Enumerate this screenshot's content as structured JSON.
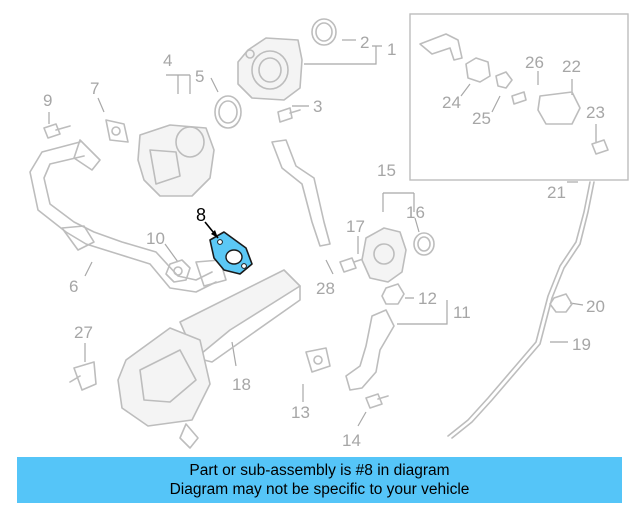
{
  "diagram": {
    "callouts": [
      "1",
      "2",
      "3",
      "4",
      "5",
      "6",
      "7",
      "8",
      "9",
      "10",
      "11",
      "12",
      "13",
      "14",
      "15",
      "16",
      "17",
      "18",
      "19",
      "20",
      "21",
      "22",
      "23",
      "24",
      "25",
      "26",
      "27",
      "28"
    ],
    "highlighted_callout": "8",
    "highlight_color": "#5bc8f5"
  },
  "banner": {
    "line1": "Part or sub-assembly is #8 in diagram",
    "line2": "Diagram may not be specific to your vehicle",
    "background_color": "#55c5f8"
  }
}
